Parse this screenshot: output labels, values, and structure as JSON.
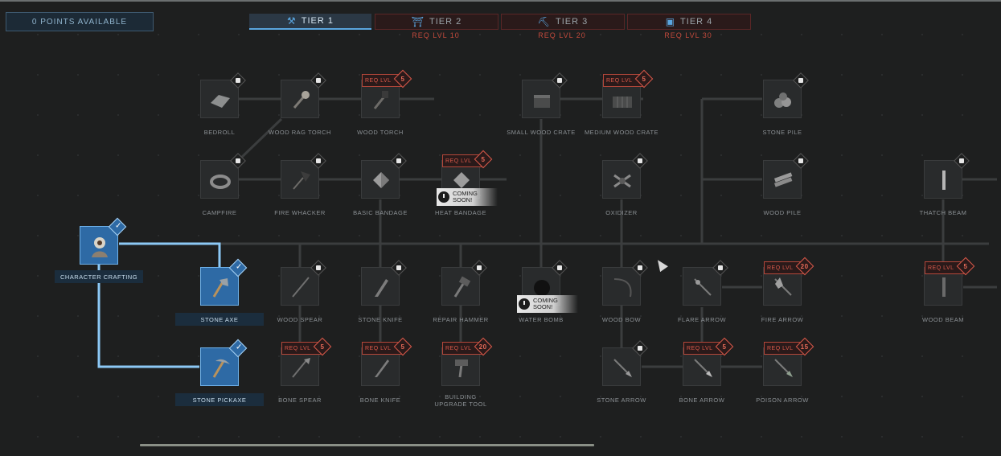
{
  "header": {
    "points_label": "0 POINTS AVAILABLE",
    "tabs": [
      {
        "label": "TIER 1",
        "req": ""
      },
      {
        "label": "TIER 2",
        "req": "REQ LVL 10"
      },
      {
        "label": "TIER 3",
        "req": "REQ LVL 20"
      },
      {
        "label": "TIER 4",
        "req": "REQ LVL 30"
      }
    ]
  },
  "nodes": {
    "character_crafting": {
      "label": "CHARACTER CRAFTING"
    },
    "bedroll": {
      "label": "BEDROLL"
    },
    "wood_rag_torch": {
      "label": "WOOD RAG TORCH"
    },
    "wood_torch": {
      "label": "WOOD TORCH",
      "req": "REQ LVL",
      "req_level": "5"
    },
    "small_wood_crate": {
      "label": "SMALL WOOD CRATE"
    },
    "medium_wood_crate": {
      "label": "MEDIUM WOOD CRATE",
      "req": "REQ LVL",
      "req_level": "5"
    },
    "stone_pile": {
      "label": "STONE PILE"
    },
    "campfire": {
      "label": "CAMPFIRE"
    },
    "fire_whacker": {
      "label": "FIRE WHACKER"
    },
    "basic_bandage": {
      "label": "BASIC BANDAGE"
    },
    "heat_bandage": {
      "label": "HEAT BANDAGE",
      "req": "REQ LVL",
      "req_level": "5",
      "soon": "COMING SOON!"
    },
    "oxidizer": {
      "label": "OXIDIZER"
    },
    "wood_pile": {
      "label": "WOOD PILE"
    },
    "thatch_beam": {
      "label": "THATCH BEAM"
    },
    "stone_axe": {
      "label": "STONE AXE"
    },
    "wood_spear": {
      "label": "WOOD SPEAR"
    },
    "stone_knife": {
      "label": "STONE KNIFE"
    },
    "repair_hammer": {
      "label": "REPAIR HAMMER"
    },
    "water_bomb": {
      "label": "WATER BOMB",
      "soon": "COMING SOON!"
    },
    "wood_bow": {
      "label": "WOOD BOW"
    },
    "flare_arrow": {
      "label": "FLARE ARROW"
    },
    "fire_arrow": {
      "label": "FIRE ARROW",
      "req": "REQ LVL",
      "req_level": "20"
    },
    "wood_beam": {
      "label": "WOOD BEAM",
      "req": "REQ LVL",
      "req_level": "5"
    },
    "stone_pickaxe": {
      "label": "STONE PICKAXE"
    },
    "bone_spear": {
      "label": "BONE SPEAR",
      "req": "REQ LVL",
      "req_level": "5"
    },
    "bone_knife": {
      "label": "BONE KNIFE",
      "req": "REQ LVL",
      "req_level": "5"
    },
    "building_upgrade_tool": {
      "label": "BUILDING UPGRADE TOOL",
      "req": "REQ LVL",
      "req_level": "20"
    },
    "stone_arrow": {
      "label": "STONE ARROW"
    },
    "bone_arrow": {
      "label": "BONE ARROW",
      "req": "REQ LVL",
      "req_level": "5"
    },
    "poison_arrow": {
      "label": "POISON ARROW",
      "req": "REQ LVL",
      "req_level": "15"
    }
  },
  "colors": {
    "accent": "#5aa6e0",
    "unlocked": "#2e6aa5",
    "locked_req": "#d8594a"
  }
}
